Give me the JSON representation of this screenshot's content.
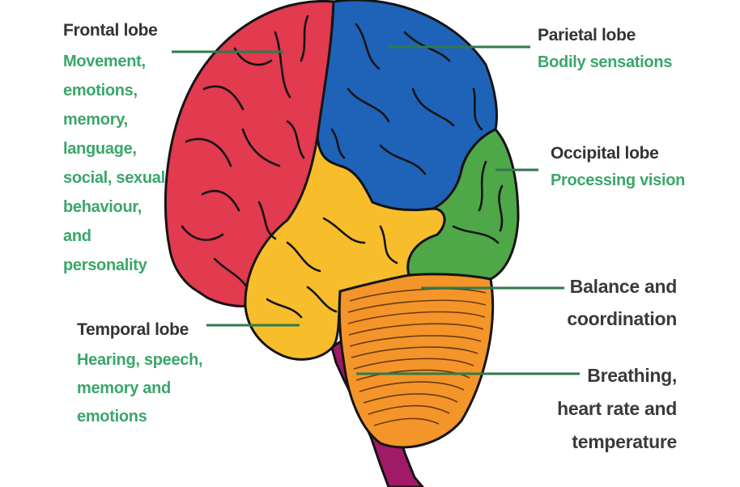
{
  "colors": {
    "frontal": "#e23a4f",
    "parietal": "#1f63b8",
    "occipital": "#4ea848",
    "temporal": "#f7bd2b",
    "cerebellum": "#f4952a",
    "brainstem": "#a11a68",
    "sulcus": "#141414",
    "leader": "#2e7a4d",
    "label_green": "#3aa66a"
  },
  "labels": {
    "frontal": {
      "title": "Frontal lobe",
      "desc": [
        "Movement,",
        "emotions,",
        "memory,",
        "language,",
        "social, sexual",
        "behaviour,",
        "and",
        "personality"
      ]
    },
    "parietal": {
      "title": "Parietal lobe",
      "desc": [
        "Bodily sensations"
      ]
    },
    "occipital": {
      "title": "Occipital lobe",
      "desc": [
        "Processing vision"
      ]
    },
    "temporal": {
      "title": "Temporal lobe",
      "desc": [
        "Hearing, speech,",
        "memory and",
        "emotions"
      ]
    },
    "cerebellum": {
      "desc": [
        "Balance and",
        "coordination"
      ]
    },
    "brainstem": {
      "desc": [
        "Breathing,",
        "heart rate and",
        "temperature"
      ]
    }
  }
}
